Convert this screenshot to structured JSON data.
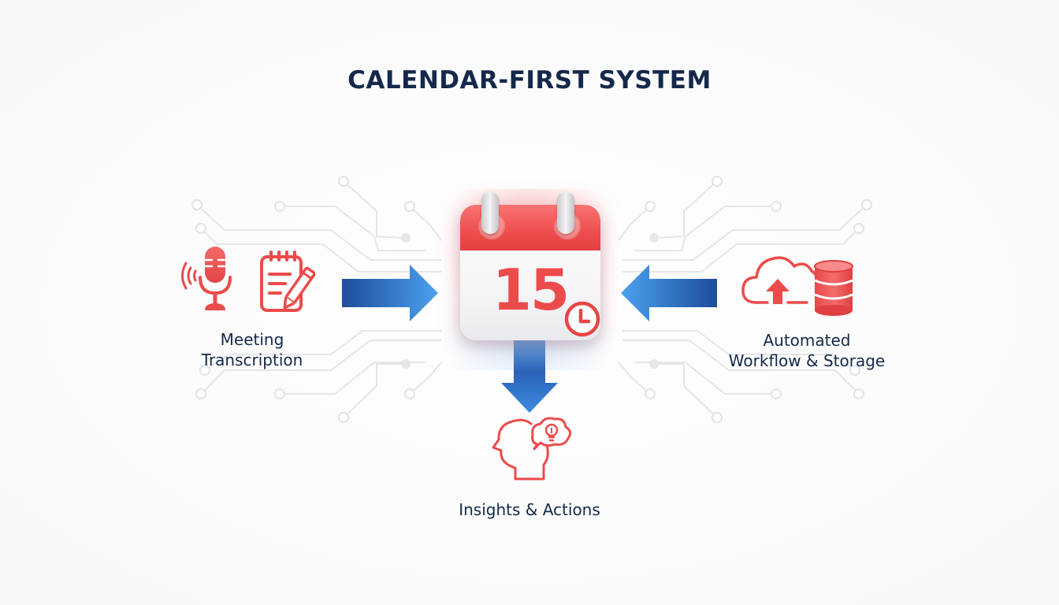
{
  "title": "CALENDAR-FIRST SYSTEM",
  "colors": {
    "title": "#14294a",
    "accent_red": "#ec4b4b",
    "arrow_blue_dark": "#1f4f9e",
    "arrow_blue_light": "#4ea3ef",
    "circuit": "#e6e8ec"
  },
  "center": {
    "icon": "calendar-icon",
    "day": "15",
    "badge_icon": "clock-icon"
  },
  "nodes": [
    {
      "id": "left",
      "label_line1": "Meeting",
      "label_line2": "Transcription",
      "icons": [
        "microphone-icon",
        "notepad-pencil-icon"
      ],
      "arrow": "right"
    },
    {
      "id": "right",
      "label_line1": "Automated",
      "label_line2": "Workflow & Storage",
      "icons": [
        "cloud-upload-icon",
        "database-icon"
      ],
      "arrow": "left"
    },
    {
      "id": "bottom",
      "label_line1": "Insights & Actions",
      "icons": [
        "head-lightbulb-icon"
      ],
      "arrow": "down"
    }
  ]
}
